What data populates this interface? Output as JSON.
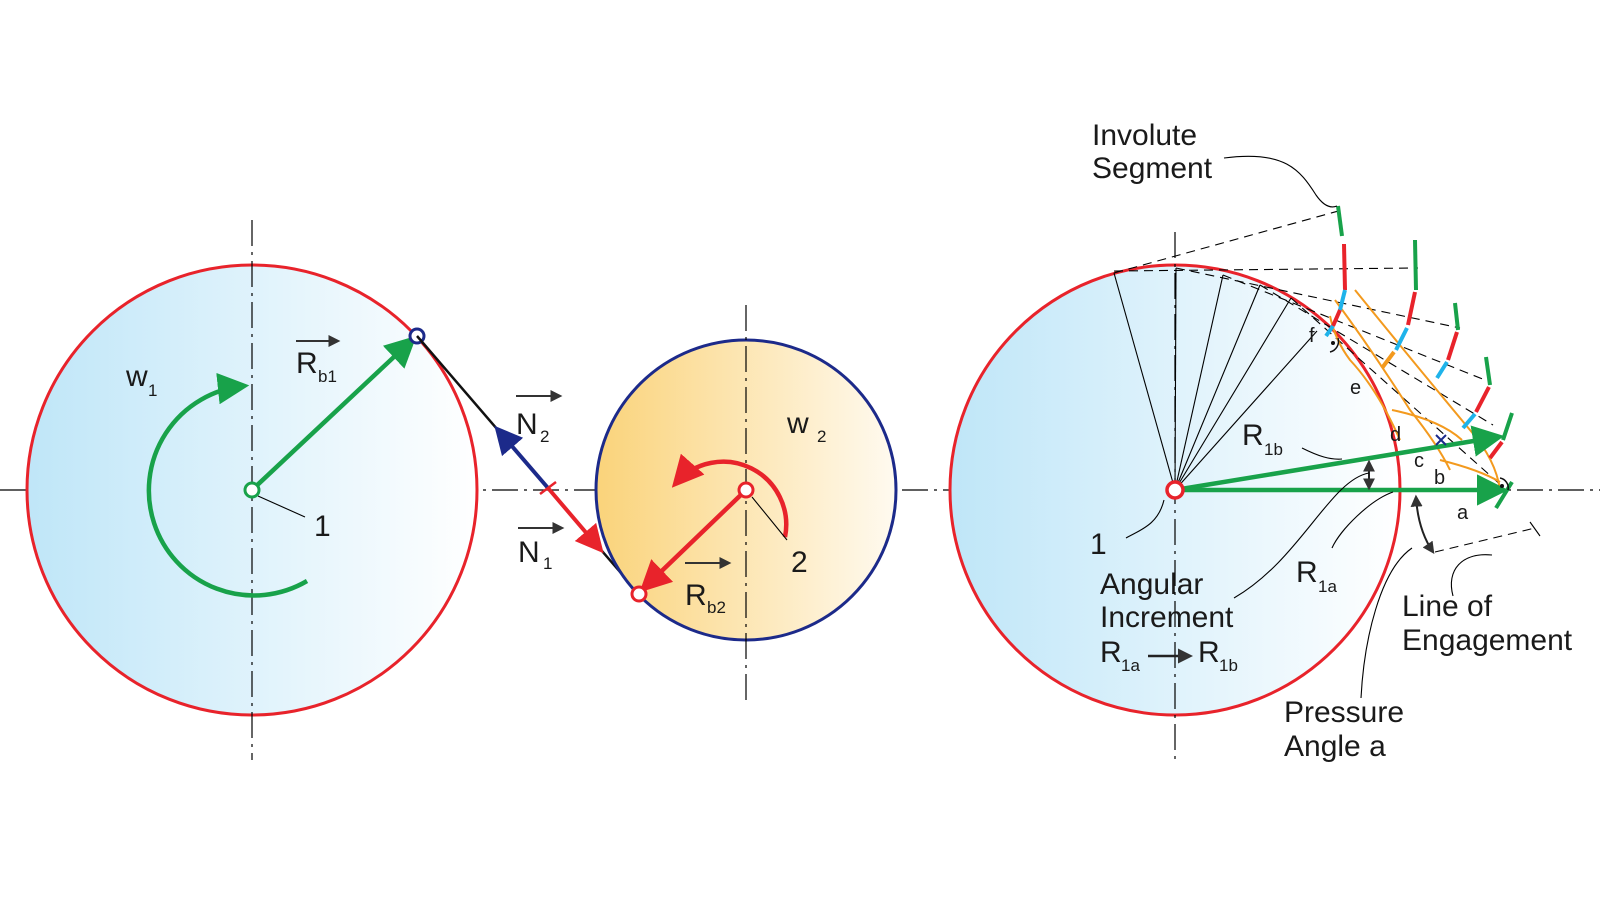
{
  "left": {
    "omega": "w",
    "omega_sub": "1",
    "radius": "R",
    "radius_sub": "b1",
    "center": "1"
  },
  "middle": {
    "n2": "N",
    "n2_sub": "2",
    "n1": "N",
    "n1_sub": "1",
    "omega": "w",
    "omega_sub": "2",
    "radius": "R",
    "radius_sub": "b2",
    "center": "2"
  },
  "right": {
    "involute_line1": "Involute",
    "involute_line2": "Segment",
    "points": [
      "a",
      "b",
      "c",
      "d",
      "e",
      "f"
    ],
    "r1b": "R",
    "r1b_sub": "1b",
    "r1a": "R",
    "r1a_sub": "1a",
    "center": "1",
    "angular_line1": "Angular",
    "angular_line2": "Increment",
    "angular_from": "R",
    "angular_from_sub": "1a",
    "angular_to": "R",
    "angular_to_sub": "1b",
    "engagement_line1": "Line of",
    "engagement_line2": "Engagement",
    "pressure_line1": "Pressure",
    "pressure_line2": "Angle a"
  },
  "colors": {
    "red": "#e8232b",
    "green": "#18a24a",
    "navy": "#1c2a8a",
    "blue_fill": "#bfe6f8",
    "yellow_fill": "#fad37a",
    "cyan": "#1fb3ea",
    "orange": "#f39a1e"
  }
}
